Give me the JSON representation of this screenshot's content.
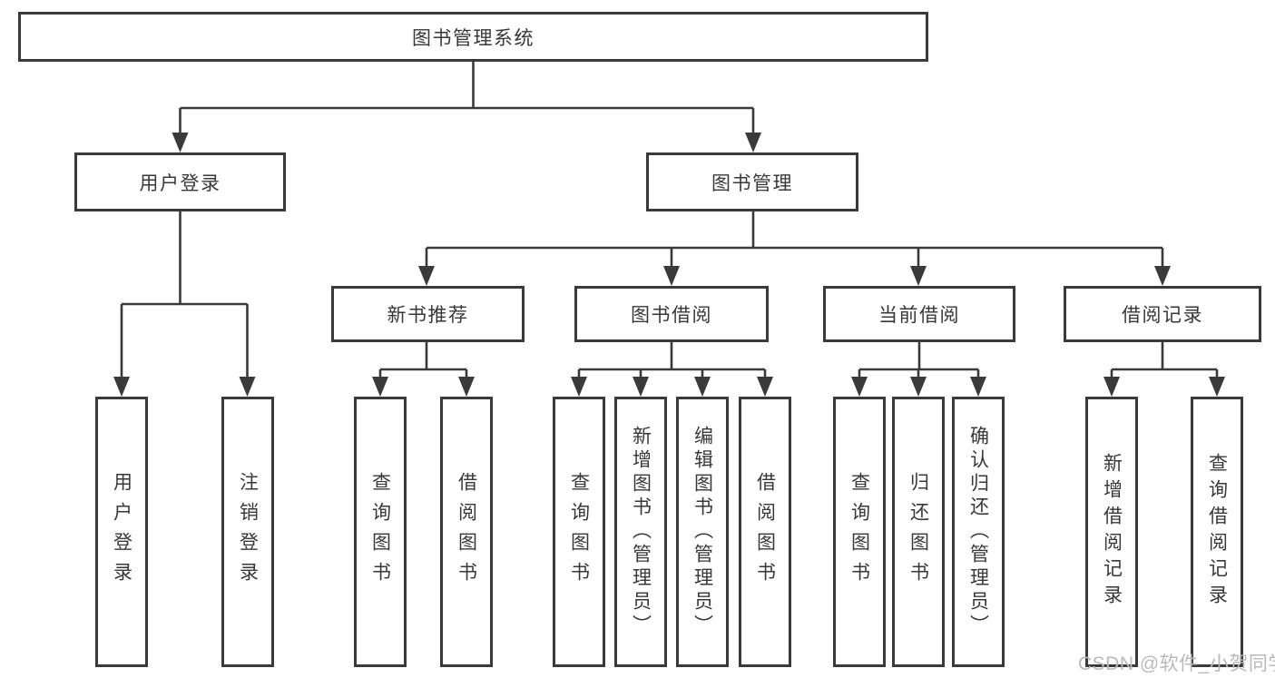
{
  "tree": {
    "root": "图书管理系统",
    "branches": [
      {
        "label": "用户登录",
        "children": [
          "用户登录",
          "注销登录"
        ]
      },
      {
        "label": "图书管理",
        "sections": [
          {
            "label": "新书推荐",
            "children": [
              "查询图书",
              "借阅图书"
            ]
          },
          {
            "label": "图书借阅",
            "children": [
              "查询图书",
              "新增图书（管理员）",
              "编辑图书（管理员）",
              "借阅图书"
            ]
          },
          {
            "label": "当前借阅",
            "children": [
              "查询图书",
              "归还图书",
              "确认归还（管理员）"
            ]
          },
          {
            "label": "借阅记录",
            "children": [
              "新增借阅记录",
              "查询借阅记录"
            ]
          }
        ]
      }
    ]
  },
  "watermark": "CSDN @软件_小贺同学",
  "colors": {
    "line": "#3a3a3a",
    "text": "#383838",
    "watermark": "#b9b9b9",
    "background": "#ffffff"
  }
}
